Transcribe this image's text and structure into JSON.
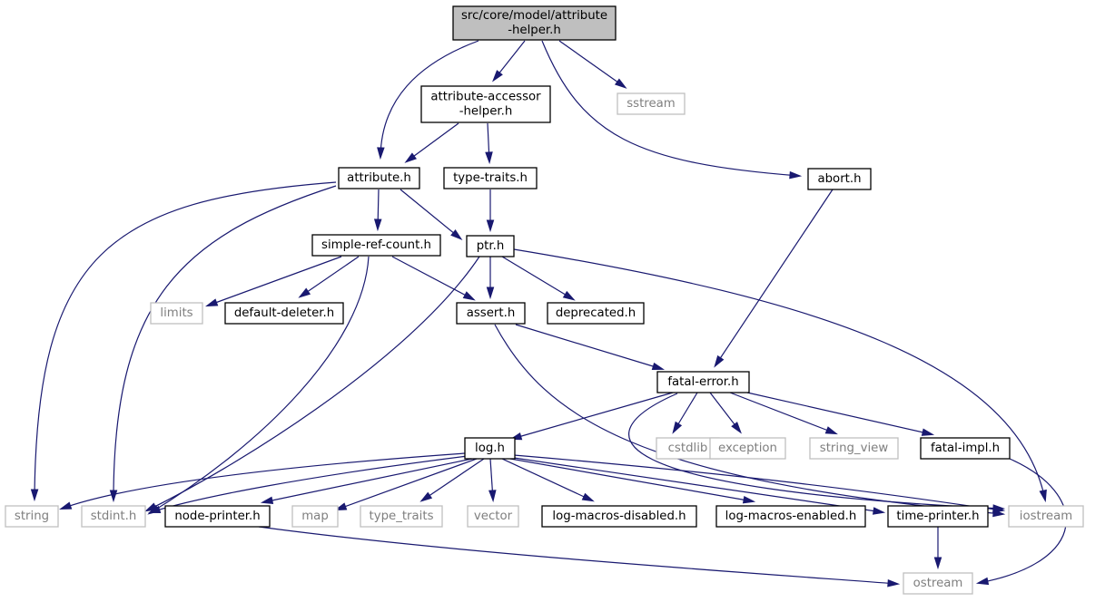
{
  "graph": {
    "title": "src/core/model/attribute-helper.h",
    "colors": {
      "edge": "#191970",
      "root_fill": "#bfbfbf",
      "internal_border": "#000000",
      "external_border": "#bfbfbf",
      "external_text": "#7f7f7f"
    },
    "nodes": [
      {
        "id": "root",
        "lines": [
          "src/core/model/attribute",
          "-helper.h"
        ],
        "kind": "root"
      },
      {
        "id": "aah",
        "lines": [
          "attribute-accessor",
          "-helper.h"
        ],
        "kind": "internal"
      },
      {
        "id": "sstream",
        "lines": [
          "sstream"
        ],
        "kind": "external"
      },
      {
        "id": "attr",
        "lines": [
          "attribute.h"
        ],
        "kind": "internal"
      },
      {
        "id": "tt",
        "lines": [
          "type-traits.h"
        ],
        "kind": "internal"
      },
      {
        "id": "abort",
        "lines": [
          "abort.h"
        ],
        "kind": "internal"
      },
      {
        "id": "src",
        "lines": [
          "simple-ref-count.h"
        ],
        "kind": "internal"
      },
      {
        "id": "ptr",
        "lines": [
          "ptr.h"
        ],
        "kind": "internal"
      },
      {
        "id": "limits",
        "lines": [
          "limits"
        ],
        "kind": "external"
      },
      {
        "id": "dd",
        "lines": [
          "default-deleter.h"
        ],
        "kind": "internal"
      },
      {
        "id": "assert",
        "lines": [
          "assert.h"
        ],
        "kind": "internal"
      },
      {
        "id": "depr",
        "lines": [
          "deprecated.h"
        ],
        "kind": "internal"
      },
      {
        "id": "fe",
        "lines": [
          "fatal-error.h"
        ],
        "kind": "internal"
      },
      {
        "id": "log",
        "lines": [
          "log.h"
        ],
        "kind": "internal"
      },
      {
        "id": "cstdlib",
        "lines": [
          "cstdlib"
        ],
        "kind": "external"
      },
      {
        "id": "exception",
        "lines": [
          "exception"
        ],
        "kind": "external"
      },
      {
        "id": "sv",
        "lines": [
          "string_view"
        ],
        "kind": "external"
      },
      {
        "id": "fi",
        "lines": [
          "fatal-impl.h"
        ],
        "kind": "internal"
      },
      {
        "id": "string",
        "lines": [
          "string"
        ],
        "kind": "external"
      },
      {
        "id": "stdint",
        "lines": [
          "stdint.h"
        ],
        "kind": "external"
      },
      {
        "id": "np",
        "lines": [
          "node-printer.h"
        ],
        "kind": "internal"
      },
      {
        "id": "map",
        "lines": [
          "map"
        ],
        "kind": "external"
      },
      {
        "id": "typetraits",
        "lines": [
          "type_traits"
        ],
        "kind": "external"
      },
      {
        "id": "vector",
        "lines": [
          "vector"
        ],
        "kind": "external"
      },
      {
        "id": "lmd",
        "lines": [
          "log-macros-disabled.h"
        ],
        "kind": "internal"
      },
      {
        "id": "lme",
        "lines": [
          "log-macros-enabled.h"
        ],
        "kind": "internal"
      },
      {
        "id": "tp",
        "lines": [
          "time-printer.h"
        ],
        "kind": "internal"
      },
      {
        "id": "iostream",
        "lines": [
          "iostream"
        ],
        "kind": "external"
      },
      {
        "id": "ostream",
        "lines": [
          "ostream"
        ],
        "kind": "external"
      }
    ],
    "edges": [
      {
        "from": "root",
        "to": "attr"
      },
      {
        "from": "root",
        "to": "aah"
      },
      {
        "from": "root",
        "to": "sstream"
      },
      {
        "from": "root",
        "to": "abort"
      },
      {
        "from": "aah",
        "to": "attr"
      },
      {
        "from": "aah",
        "to": "tt"
      },
      {
        "from": "attr",
        "to": "src"
      },
      {
        "from": "attr",
        "to": "ptr"
      },
      {
        "from": "attr",
        "to": "string"
      },
      {
        "from": "attr",
        "to": "stdint"
      },
      {
        "from": "tt",
        "to": "ptr"
      },
      {
        "from": "abort",
        "to": "fe"
      },
      {
        "from": "src",
        "to": "limits"
      },
      {
        "from": "src",
        "to": "dd"
      },
      {
        "from": "src",
        "to": "assert"
      },
      {
        "from": "src",
        "to": "stdint"
      },
      {
        "from": "ptr",
        "to": "assert"
      },
      {
        "from": "ptr",
        "to": "depr"
      },
      {
        "from": "ptr",
        "to": "stdint"
      },
      {
        "from": "ptr",
        "to": "iostream"
      },
      {
        "from": "assert",
        "to": "fe"
      },
      {
        "from": "assert",
        "to": "iostream"
      },
      {
        "from": "fe",
        "to": "log"
      },
      {
        "from": "fe",
        "to": "cstdlib"
      },
      {
        "from": "fe",
        "to": "exception"
      },
      {
        "from": "fe",
        "to": "sv"
      },
      {
        "from": "fe",
        "to": "fi"
      },
      {
        "from": "fe",
        "to": "iostream"
      },
      {
        "from": "fi",
        "to": "ostream"
      },
      {
        "from": "log",
        "to": "string"
      },
      {
        "from": "log",
        "to": "stdint"
      },
      {
        "from": "log",
        "to": "np"
      },
      {
        "from": "log",
        "to": "map"
      },
      {
        "from": "log",
        "to": "typetraits"
      },
      {
        "from": "log",
        "to": "vector"
      },
      {
        "from": "log",
        "to": "lmd"
      },
      {
        "from": "log",
        "to": "lme"
      },
      {
        "from": "log",
        "to": "tp"
      },
      {
        "from": "log",
        "to": "iostream"
      },
      {
        "from": "np",
        "to": "ostream"
      },
      {
        "from": "tp",
        "to": "ostream"
      }
    ]
  }
}
